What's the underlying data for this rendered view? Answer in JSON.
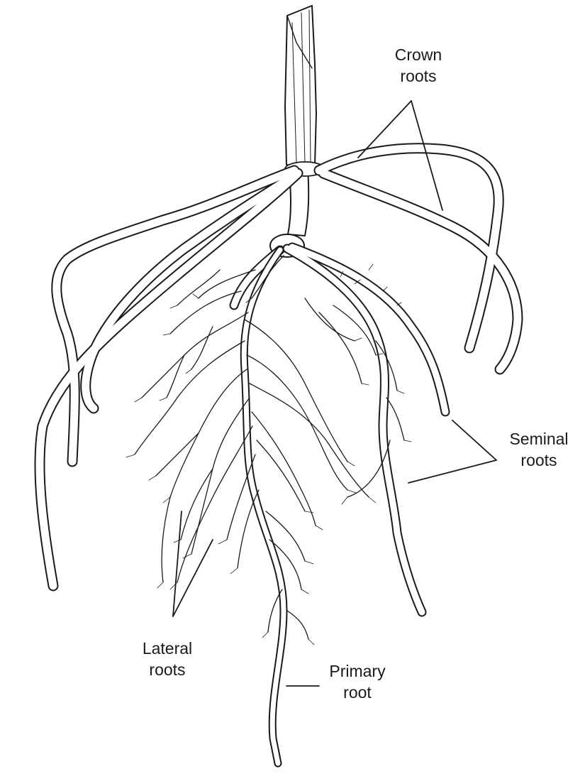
{
  "labels": {
    "crown": {
      "line1": "Crown",
      "line2": "roots"
    },
    "seminal": {
      "line1": "Seminal",
      "line2": "roots"
    },
    "lateral": {
      "line1": "Lateral",
      "line2": "roots"
    },
    "primary": {
      "line1": "Primary",
      "line2": "root"
    }
  },
  "colors": {
    "ink": "#1a1a1a",
    "root_fill": "#ffffff",
    "background": "#ffffff"
  }
}
